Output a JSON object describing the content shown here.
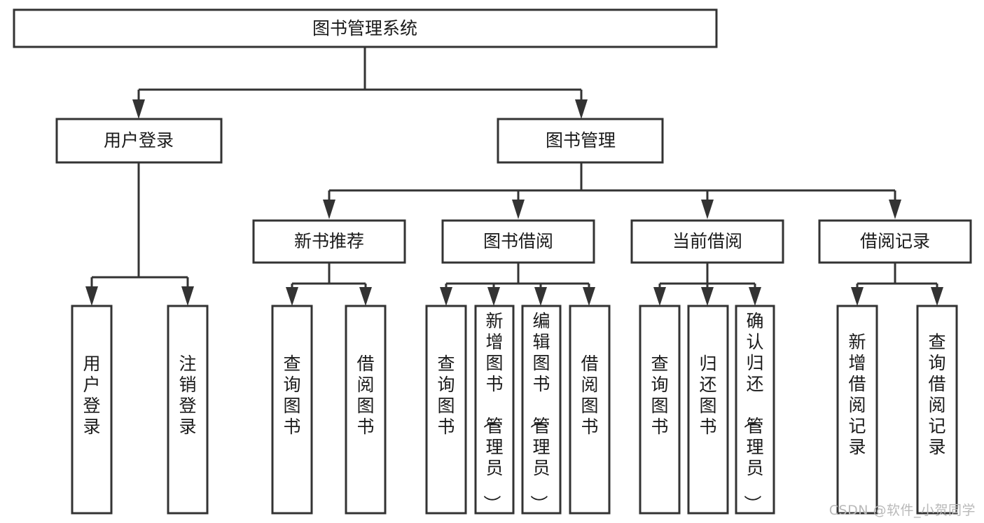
{
  "diagram": {
    "title": "图书管理系统",
    "watermark": "CSDN @软件_小贺同学",
    "colors": {
      "stroke": "#333333",
      "fill": "#ffffff",
      "text": "#1a1a1a",
      "watermark": "#b9b9b9",
      "background": "#ffffff"
    },
    "root": {
      "label": "图书管理系统"
    },
    "level2": [
      {
        "label": "用户登录"
      },
      {
        "label": "图书管理"
      }
    ],
    "level3": [
      {
        "label": "新书推荐"
      },
      {
        "label": "图书借阅"
      },
      {
        "label": "当前借阅"
      },
      {
        "label": "借阅记录"
      }
    ],
    "leaves": {
      "user_login": [
        {
          "label": "用户登录"
        },
        {
          "label": "注销登录"
        }
      ],
      "new_book_recommend": [
        {
          "label": "查询图书"
        },
        {
          "label": "借阅图书"
        }
      ],
      "book_borrow": [
        {
          "label": "查询图书"
        },
        {
          "label": "新增图书（管理员）"
        },
        {
          "label": "编辑图书（管理员）"
        },
        {
          "label": "借阅图书"
        }
      ],
      "current_borrow": [
        {
          "label": "查询图书"
        },
        {
          "label": "归还图书"
        },
        {
          "label": "确认归还（管理员）"
        }
      ],
      "borrow_record": [
        {
          "label": "新增借阅记录"
        },
        {
          "label": "查询借阅记录"
        }
      ]
    }
  }
}
